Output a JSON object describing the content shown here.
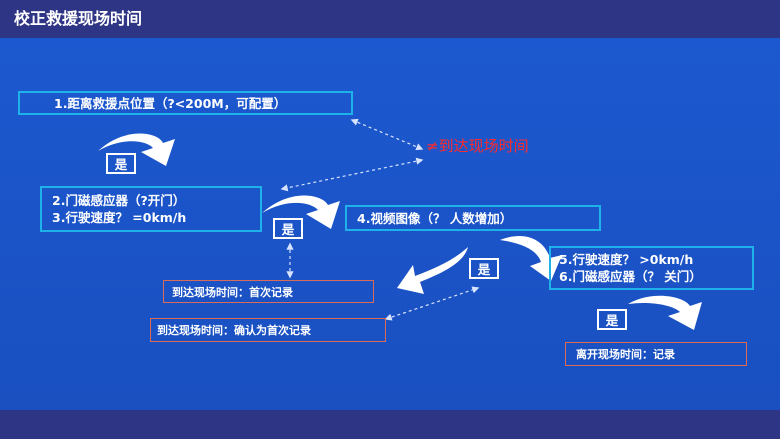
{
  "header": {
    "title": "校正救援现场时间"
  },
  "diagram": {
    "box1": "1.距离救援点位置（?<200M，可配置）",
    "box2_lines": [
      "2.门磁感应器（?开门）",
      "3.行驶速度？ =0km/h"
    ],
    "box4": "4.视频图像（？ 人数增加）",
    "box5_lines": [
      "5.行驶速度？ >0km/h",
      "6.门磁感应器（？ 关门）"
    ],
    "yes_label": "是",
    "red_note": "≠到达现场时间",
    "record1": "到达现场时间：首次记录",
    "record2": "到达现场时间：确认为首次记录",
    "record3": "离开现场时间：记录"
  },
  "colors": {
    "background": "#1a52c4",
    "header": "#2f3585",
    "box_border": "#1fb2ea",
    "record_border": "#d96b5a",
    "note": "#ff2a2a"
  }
}
